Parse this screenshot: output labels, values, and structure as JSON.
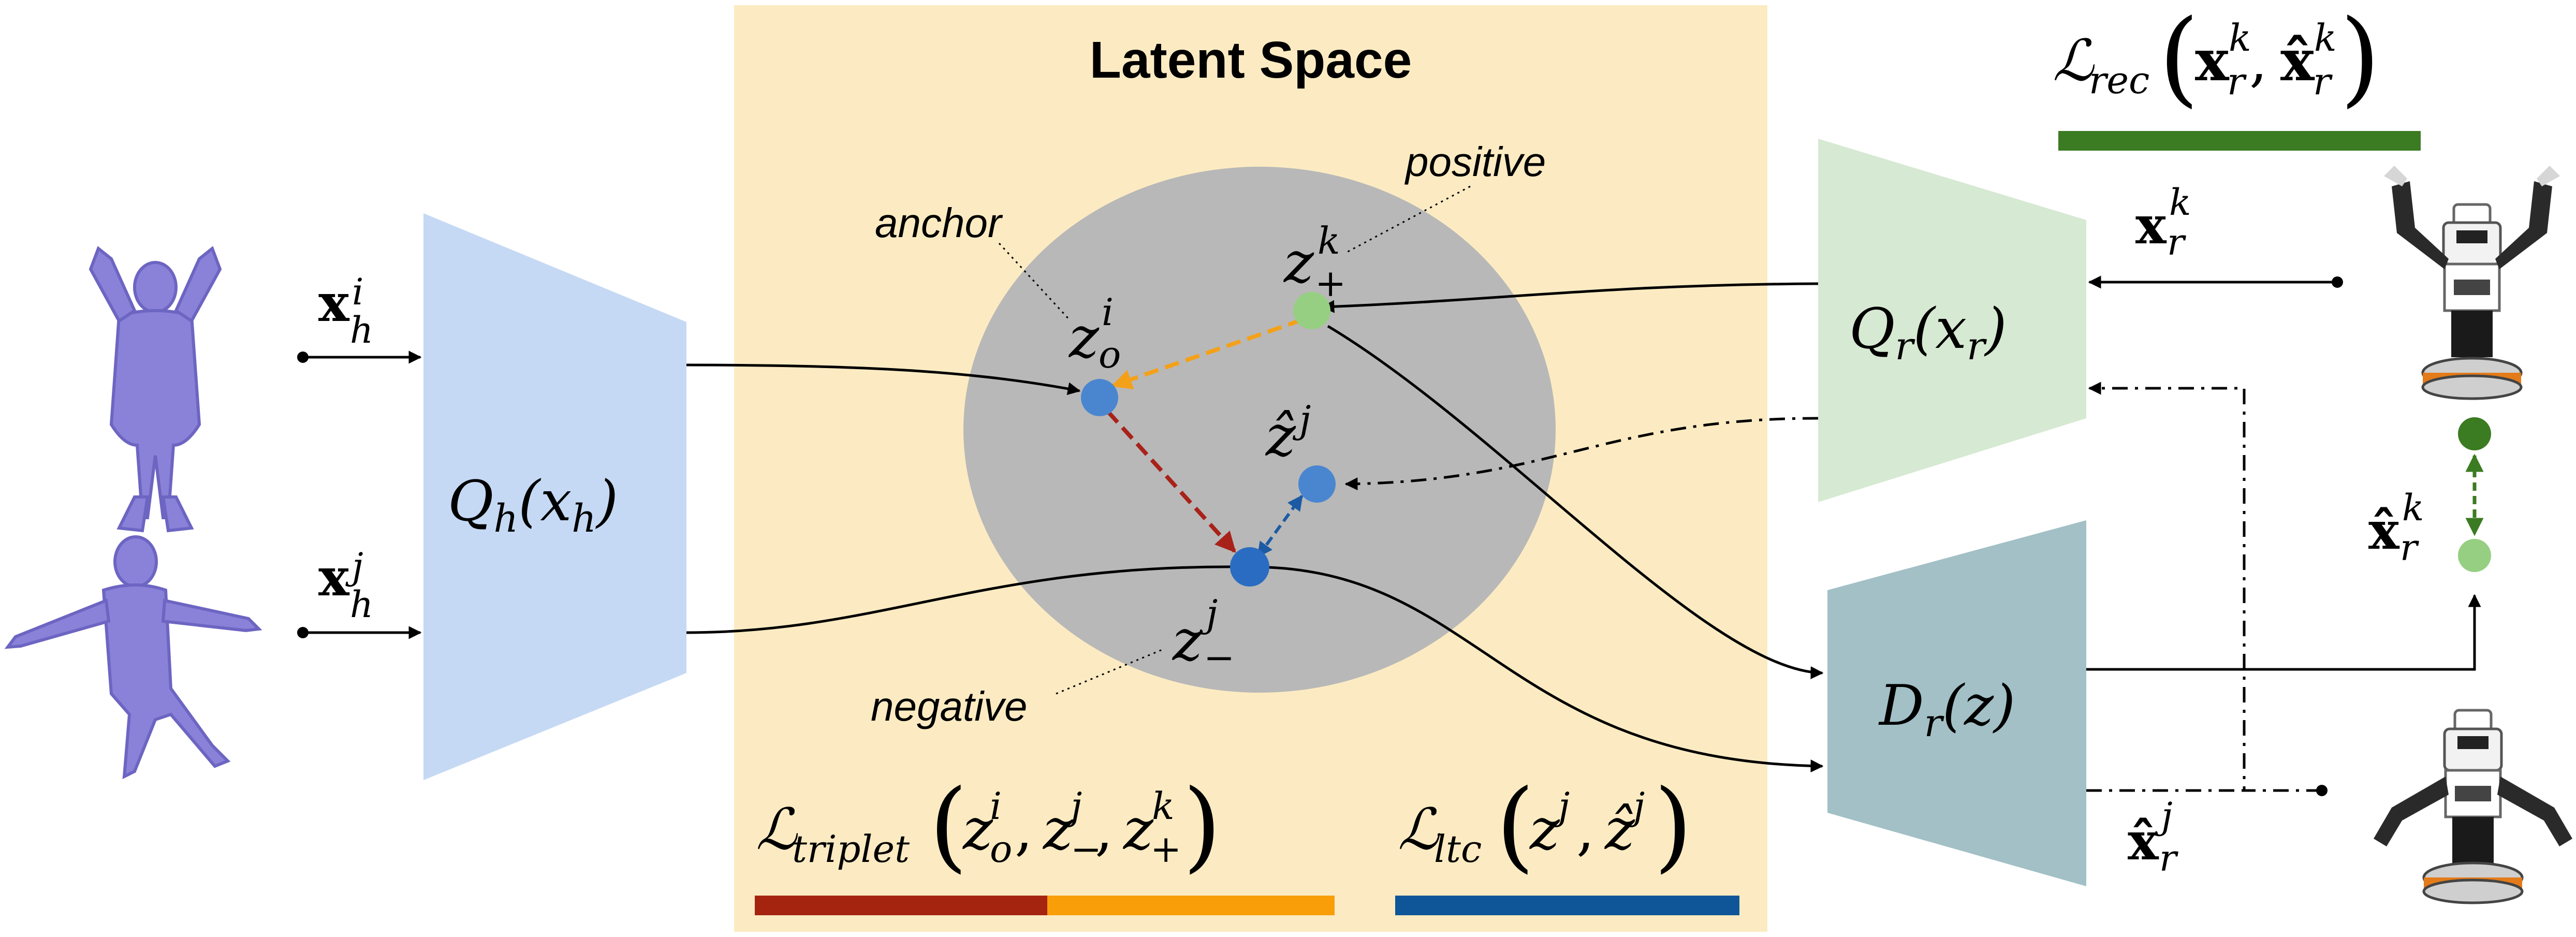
{
  "title": "Latent Space",
  "labels": {
    "anchor": "anchor",
    "positive": "positive",
    "negative": "negative"
  },
  "encoders": {
    "human": {
      "base": "Q",
      "sub": "h",
      "arg": "x",
      "arg_sub": "h"
    },
    "robot": {
      "base": "Q",
      "sub": "r",
      "arg": "x",
      "arg_sub": "r"
    },
    "decoder": {
      "base": "D",
      "sub": "r",
      "arg": "z"
    }
  },
  "inputs": {
    "xh_i": {
      "base": "x",
      "sub": "h",
      "sup": "i"
    },
    "xh_j": {
      "base": "x",
      "sub": "h",
      "sup": "j"
    },
    "xr_k": {
      "base": "x",
      "sub": "r",
      "sup": "k"
    },
    "xr_hat_k": {
      "base": "x̂",
      "sub": "r",
      "sup": "k"
    },
    "xr_hat_j": {
      "base": "x̂",
      "sub": "r",
      "sup": "j"
    }
  },
  "latents": {
    "z_anchor": {
      "base": "z",
      "sub": "o",
      "sup": "i"
    },
    "z_positive": {
      "base": "z",
      "sub": "+",
      "sup": "k"
    },
    "z_negative": {
      "base": "z",
      "sub": "−",
      "sup": "j"
    },
    "z_hat": {
      "base": "ẑ",
      "sup": "j"
    }
  },
  "losses": {
    "rec": {
      "name": "rec",
      "args": "(x_r^k, x̂_r^k)"
    },
    "triplet": {
      "name": "triplet"
    },
    "ltc": {
      "name": "ltc"
    }
  },
  "colors": {
    "latent_bg": "#fcebc2",
    "latent_circle": "#b8b8b8",
    "human_encoder": "#c5d9f4",
    "robot_encoder": "#d6e9d2",
    "decoder": "#a2c0c6",
    "point_blue": "#4a86d0",
    "point_green": "#96cf82",
    "arrow_orange": "#f4a11a",
    "arrow_red": "#a8221a",
    "arrow_blue": "#1c5ba3",
    "bar_green": "#3b7b22",
    "bar_red": "#a52410",
    "bar_orange": "#f99e08",
    "bar_blue": "#0f5698",
    "human_mesh": "#8a82d8"
  }
}
